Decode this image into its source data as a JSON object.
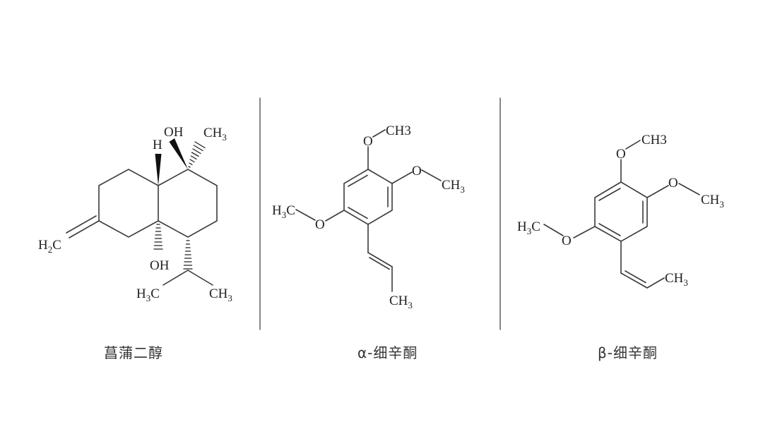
{
  "figure": {
    "colors": {
      "background": "#ffffff",
      "bond": "#3a3a3a",
      "divider": "#6b6b6b",
      "text": "#222222",
      "caption": "#333333"
    },
    "compounds": [
      {
        "name": "菖蒲二醇",
        "labels": {
          "oh_top": "OH",
          "ch3_top_main": "CH",
          "ch3_top_sub": "3",
          "h_junction": "H",
          "h2c_main_h": "H",
          "h2c_sub": "2",
          "h2c_main_c": "C",
          "oh_bottom": "OH",
          "h3c_left_h": "H",
          "h3c_left_sub": "3",
          "h3c_left_c": "C",
          "ch3_right_main": "CH",
          "ch3_right_sub": "3"
        }
      },
      {
        "name": "α-细辛酮",
        "labels": {
          "o_top": "O",
          "ch3_top": "CH3",
          "o_right": "O",
          "ch3_right_main": "CH",
          "ch3_right_sub": "3",
          "o_left": "O",
          "h3c_left_h": "H",
          "h3c_left_sub": "3",
          "h3c_left_c": "C",
          "ch3_chain_main": "CH",
          "ch3_chain_sub": "3"
        }
      },
      {
        "name": "β-细辛酮",
        "labels": {
          "o_top": "O",
          "ch3_top": "CH3",
          "o_right": "O",
          "ch3_right_main": "CH",
          "ch3_right_sub": "3",
          "o_left": "O",
          "h3c_left_h": "H",
          "h3c_left_sub": "3",
          "h3c_left_c": "C",
          "ch3_chain_main": "CH",
          "ch3_chain_sub": "3"
        }
      }
    ]
  }
}
